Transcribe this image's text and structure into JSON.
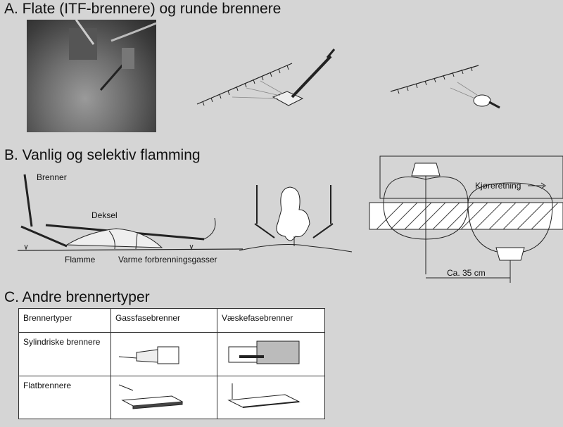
{
  "section_a": {
    "title": "A. Flate (ITF-brennere) og runde brennere"
  },
  "section_b": {
    "title": "B. Vanlig og selektiv flamming",
    "labels": {
      "brenner": "Brenner",
      "deksel": "Deksel",
      "flamme": "Flamme",
      "varme": "Varme forbrenningsgasser",
      "kjoreretning": "Kjøreretning",
      "distance": "Ca. 35 cm"
    }
  },
  "section_c": {
    "title": "C. Andre brennertyper",
    "table": {
      "headers": [
        "Brennertyper",
        "Gassfasebrenner",
        "Væskefasebrenner"
      ],
      "rows": [
        {
          "label": "Sylindriske brennere"
        },
        {
          "label": "Flatbrennere"
        }
      ]
    }
  }
}
